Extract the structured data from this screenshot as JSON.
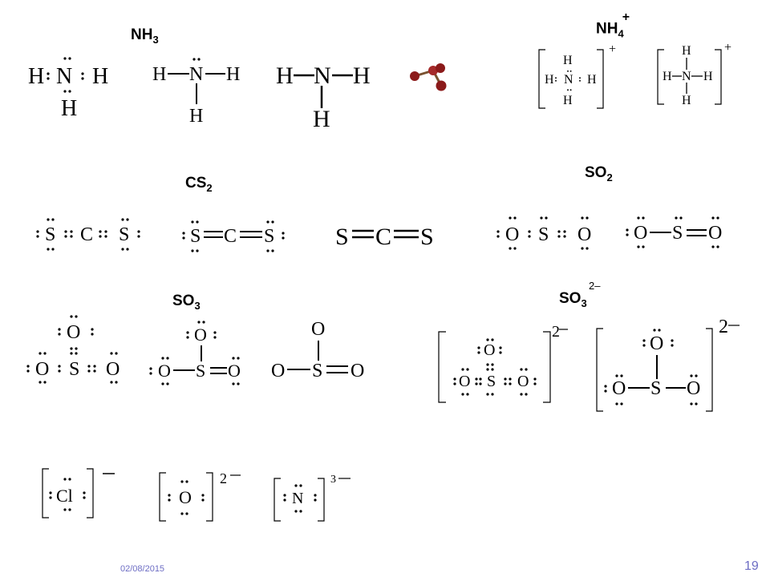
{
  "labels": {
    "nh3": {
      "base": "NH",
      "sub": "3"
    },
    "nh4": {
      "base": "NH",
      "sub": "4",
      "sup": "+"
    },
    "cs2": {
      "base": "CS",
      "sub": "2"
    },
    "so2": {
      "base": "SO",
      "sub": "2"
    },
    "so3": {
      "base": "SO",
      "sub": "3"
    },
    "so3_ion": {
      "base": "SO",
      "sub": "3",
      "charge": "2–"
    }
  },
  "atoms": {
    "H": "H",
    "N": "N",
    "C": "C",
    "S": "S",
    "O": "O",
    "Cl": "Cl"
  },
  "charges": {
    "plus": "+",
    "two_minus": "2–",
    "two": "2",
    "three": "3",
    "minus": "–"
  },
  "colors": {
    "text": "#000000",
    "footer": "#6d6dc4",
    "ball": "#8b1a1a"
  },
  "footer": {
    "date": "02/08/2015",
    "page": "19"
  }
}
